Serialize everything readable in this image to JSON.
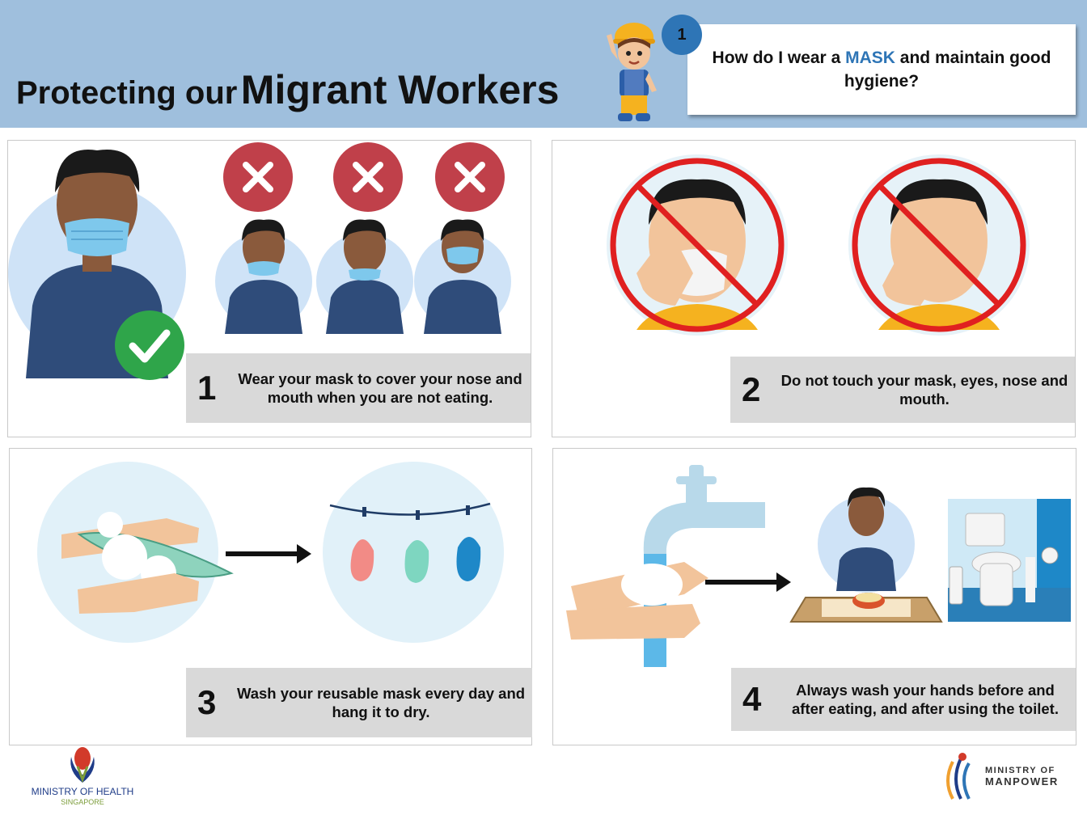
{
  "header": {
    "title_prefix": "Protecting our",
    "title_main": "Migrant Workers",
    "badge_number": "1",
    "question_part1": "How do I wear a",
    "question_highlight": "MASK",
    "question_part2": "and maintain good hygiene?"
  },
  "colors": {
    "header_bg": "#9fbfdd",
    "question_highlight": "#2e75b6",
    "badge": "#2e75b6",
    "caption_bg": "#d9d9d9",
    "wrong_icon": "#c0404a",
    "check_icon": "#2fa54a",
    "prohibited": "#e02020"
  },
  "panels": [
    {
      "number": "1",
      "text": "Wear your mask to cover your nose and mouth when you are not eating."
    },
    {
      "number": "2",
      "text": "Do not touch your mask, eyes, nose and mouth."
    },
    {
      "number": "3",
      "text": "Wash your reusable mask every day and hang it to dry."
    },
    {
      "number": "4",
      "text": "Always wash your hands before and after eating, and after using the toilet."
    }
  ],
  "icons": [
    "check-icon",
    "cross-icon",
    "prohibited-icon",
    "arrow-icon",
    "faucet-icon"
  ],
  "footer": {
    "moh_label": "MINISTRY OF HEALTH",
    "moh_sub": "SINGAPORE",
    "mom_label_line1": "MINISTRY OF",
    "mom_label_line2": "MANPOWER"
  }
}
